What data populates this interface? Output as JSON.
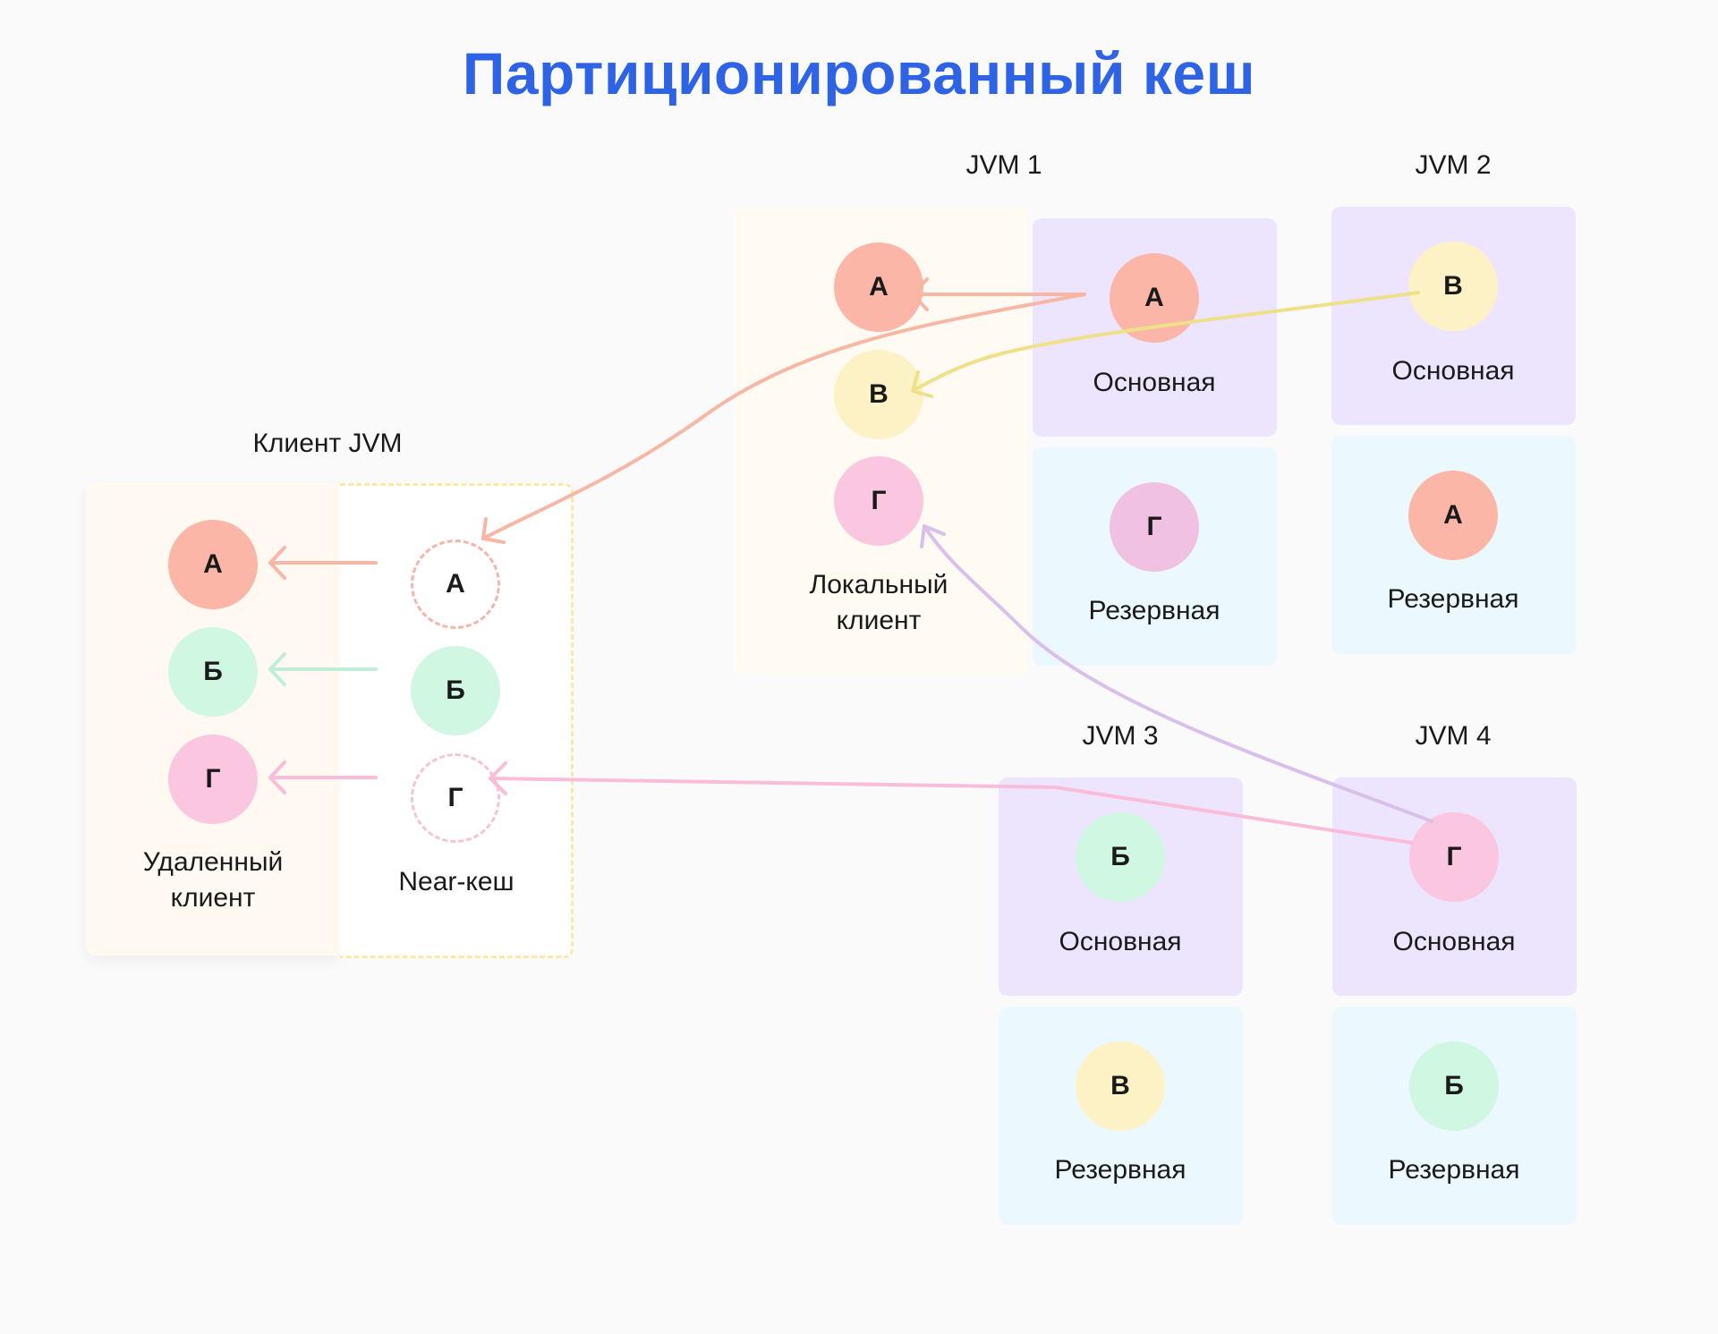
{
  "title": "Партиционированный кеш",
  "client_jvm": {
    "label": "Клиент JVM",
    "remote_label": "Удаленный клиент",
    "near_label": "Near-кеш",
    "remote_circles": [
      "А",
      "Б",
      "Г"
    ],
    "near_circles": [
      "А",
      "Б",
      "Г"
    ]
  },
  "jvm1": {
    "label": "JVM 1",
    "local_circles": [
      "А",
      "В",
      "Г"
    ],
    "local_label": "Локальный клиент",
    "primary": {
      "circle": "А",
      "label": "Основная"
    },
    "backup": {
      "circle": "Г",
      "label": "Резервная"
    }
  },
  "jvm2": {
    "label": "JVM 2",
    "primary": {
      "circle": "В",
      "label": "Основная"
    },
    "backup": {
      "circle": "А",
      "label": "Резервная"
    }
  },
  "jvm3": {
    "label": "JVM 3",
    "primary": {
      "circle": "Б",
      "label": "Основная"
    },
    "backup": {
      "circle": "В",
      "label": "Резервная"
    }
  },
  "jvm4": {
    "label": "JVM 4",
    "primary": {
      "circle": "Г",
      "label": "Основная"
    },
    "backup": {
      "circle": "Б",
      "label": "Резервная"
    }
  },
  "colors": {
    "title": "#2f63e6",
    "primary_box": "#ede4fd",
    "backup_box": "#ebf8fe",
    "a": "#fbb6a8",
    "b": "#cff7e2",
    "v": "#fdf2c6",
    "g": "#fbc6df"
  }
}
